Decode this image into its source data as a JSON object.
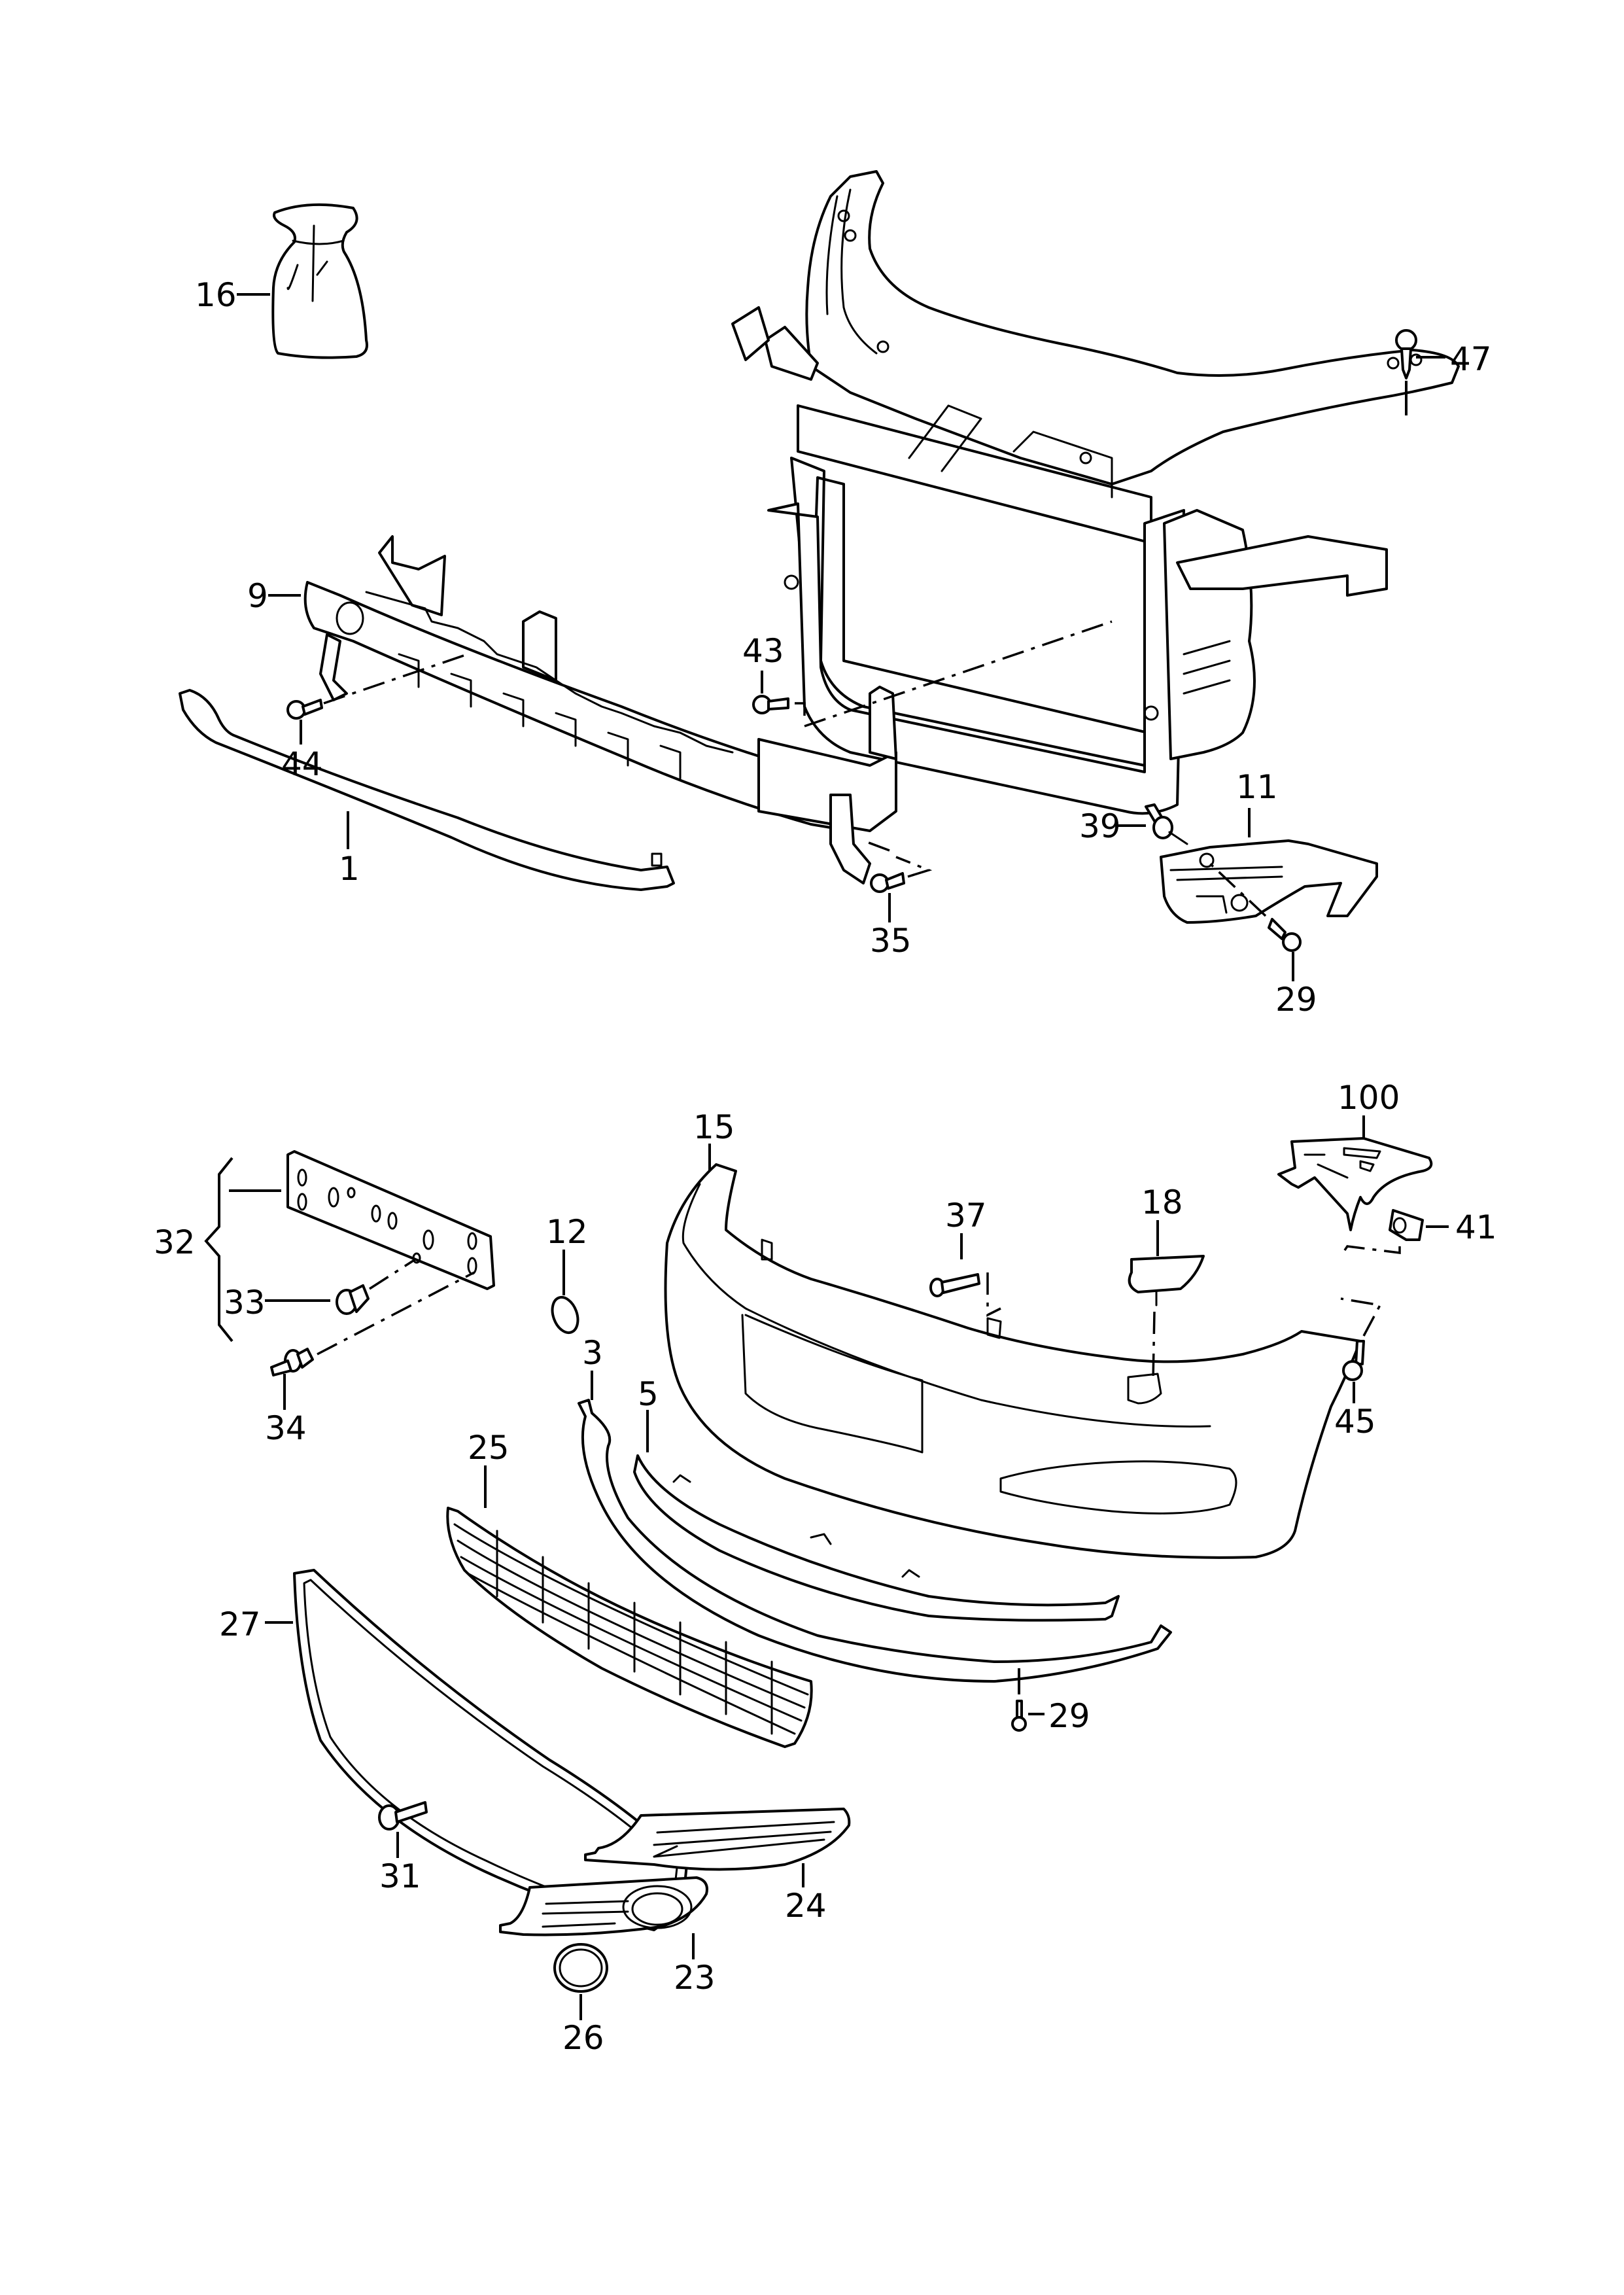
{
  "diagram": {
    "type": "exploded-parts-diagram",
    "subject": "Front bumper and lock carrier assembly",
    "line_color": "#000000",
    "background_color": "#ffffff",
    "callouts": [
      {
        "id": "c16",
        "label": "16",
        "part": "bag"
      },
      {
        "id": "c47",
        "label": "47",
        "part": "screw"
      },
      {
        "id": "c9",
        "label": "9",
        "part": "bumper-reinforcement"
      },
      {
        "id": "c43",
        "label": "43",
        "part": "bolt"
      },
      {
        "id": "c44",
        "label": "44",
        "part": "screw"
      },
      {
        "id": "c1",
        "label": "1",
        "part": "energy-absorber-strip"
      },
      {
        "id": "c35",
        "label": "35",
        "part": "bolt"
      },
      {
        "id": "c11",
        "label": "11",
        "part": "guide-bracket"
      },
      {
        "id": "c39",
        "label": "39",
        "part": "expanding-rivet"
      },
      {
        "id": "c29a",
        "label": "29",
        "part": "screw"
      },
      {
        "id": "c100",
        "label": "100",
        "part": "mounting-bracket"
      },
      {
        "id": "c15",
        "label": "15",
        "part": "bumper-cover"
      },
      {
        "id": "c37",
        "label": "37",
        "part": "screw"
      },
      {
        "id": "c18",
        "label": "18",
        "part": "washer-jet-cap"
      },
      {
        "id": "c41",
        "label": "41",
        "part": "spring-nut"
      },
      {
        "id": "c12",
        "label": "12",
        "part": "towing-eye-cap"
      },
      {
        "id": "c32",
        "label": "32",
        "part": "license-plate-holder-set"
      },
      {
        "id": "c33",
        "label": "33",
        "part": "expanding-nut"
      },
      {
        "id": "c34",
        "label": "34",
        "part": "expanding-rivet"
      },
      {
        "id": "c3",
        "label": "3",
        "part": "spoiler"
      },
      {
        "id": "c5",
        "label": "5",
        "part": "trim-strip"
      },
      {
        "id": "c25",
        "label": "25",
        "part": "lower-grille"
      },
      {
        "id": "c27",
        "label": "27",
        "part": "grille-frame"
      },
      {
        "id": "c29b",
        "label": "29",
        "part": "screw"
      },
      {
        "id": "c45",
        "label": "45",
        "part": "screw"
      },
      {
        "id": "c31",
        "label": "31",
        "part": "screw"
      },
      {
        "id": "c24",
        "label": "24",
        "part": "side-grille"
      },
      {
        "id": "c23",
        "label": "23",
        "part": "fog-lamp-grille"
      },
      {
        "id": "c26",
        "label": "26",
        "part": "trim-ring"
      }
    ]
  }
}
